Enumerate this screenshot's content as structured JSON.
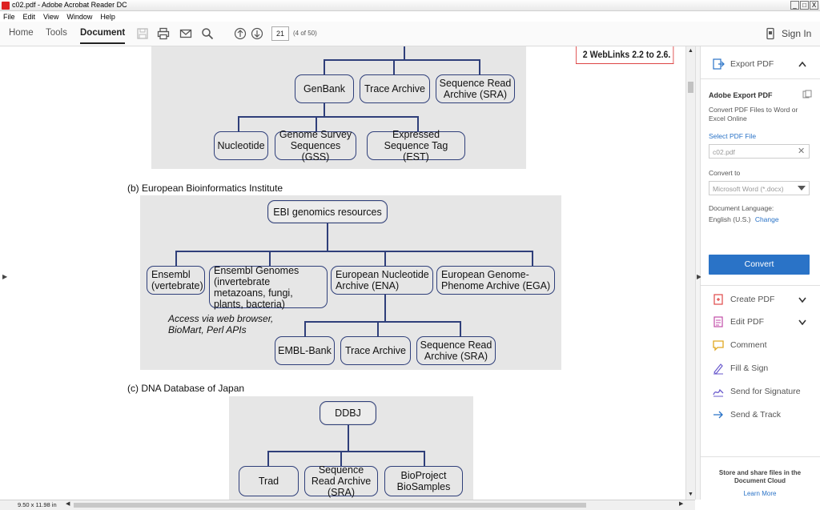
{
  "window": {
    "title": "c02.pdf - Adobe Acrobat Reader DC",
    "min": "_",
    "max": "□",
    "close": "X"
  },
  "menu": [
    "File",
    "Edit",
    "View",
    "Window",
    "Help"
  ],
  "toolbar": {
    "tabs": [
      "Home",
      "Tools",
      "Document"
    ],
    "page_current": "21",
    "page_count": "(4 of 50)",
    "sign_in": "Sign In"
  },
  "document": {
    "weblinks": "2 WebLinks 2.2 to 2.6.",
    "ncbi_nodes": {
      "genbank": "GenBank",
      "trace": "Trace Archive",
      "sra": "Sequence Read Archive (SRA)",
      "nucleotide": "Nucleotide",
      "gss": "Genome Survey Sequences (GSS)",
      "est": "Expressed Sequence Tag (EST)"
    },
    "caption_b": "(b) European Bioinformatics Institute",
    "ebi_nodes": {
      "root": "EBI genomics resources",
      "ensembl": "Ensembl (vertebrate)",
      "ensembl_genomes": "Ensembl Genomes (invertebrate metazoans, fungi, plants, bacteria)",
      "ena": "European Nucleotide Archive (ENA)",
      "ega": "European Genome-Phenome Archive (EGA)",
      "access_note": "Access via web browser, BioMart, Perl APIs",
      "emblbank": "EMBL-Bank",
      "trace": "Trace Archive",
      "sra": "Sequence Read Archive (SRA)"
    },
    "caption_c": "(c) DNA Database of Japan",
    "ddbj_nodes": {
      "root": "DDBJ",
      "trad": "Trad",
      "sra": "Sequence Read Archive (SRA)",
      "bioproject": "BioProject BioSamples"
    }
  },
  "panel": {
    "export_title": "Export PDF",
    "adobe_export": "Adobe Export PDF",
    "desc": "Convert PDF Files to Word or Excel Online",
    "select_label": "Select PDF File",
    "file_value": "c02.pdf",
    "convert_to": "Convert to",
    "format_value": "Microsoft Word (*.docx)",
    "doc_lang_label": "Document Language:",
    "doc_lang_value": "English (U.S.)",
    "change": "Change",
    "convert_button": "Convert",
    "tools": [
      "Create PDF",
      "Edit PDF",
      "Comment",
      "Fill & Sign",
      "Send for Signature",
      "Send & Track"
    ],
    "store": "Store and share files in the Document Cloud",
    "learn_more": "Learn More"
  },
  "status": {
    "size": "9.50 x 11.98 in"
  },
  "colors": {
    "accent": "#2a73c7",
    "node_border": "#2f3f7a",
    "diagram_bg": "#e6e6e6"
  }
}
